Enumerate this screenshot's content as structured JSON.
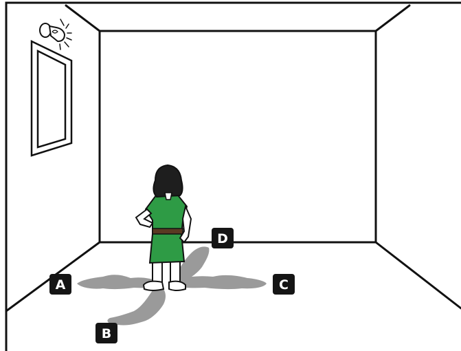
{
  "labels": {
    "a": "A",
    "b": "B",
    "c": "C",
    "d": "D"
  },
  "colors": {
    "line": "#111111",
    "shadow": "#9a9a9a",
    "dress": "#2e9b45",
    "hair": "#1e1e1e",
    "label_box": "#151515",
    "label_text": "#ffffff"
  },
  "icons": {
    "lamp": "light-bulb-icon"
  }
}
